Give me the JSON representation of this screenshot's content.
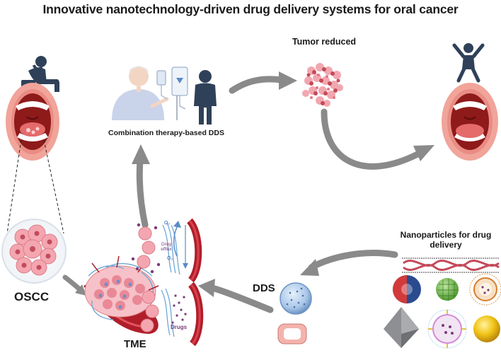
{
  "title": "Innovative nanotechnology-driven drug delivery systems for oral cancer",
  "labels": {
    "tumor_reduced": "Tumor reduced",
    "combination_therapy": "Combination therapy-based DDS",
    "nanoparticles": "Nanoparticles for drug delivery",
    "oscc": "OSCC",
    "tme": "TME",
    "dds": "DDS",
    "drug_efflux": "Drug efflux",
    "drugs": "Drugs",
    "o2_top": "O₂",
    "o2_bottom": "O₂"
  },
  "colors": {
    "arrow": "#8a8a8a",
    "tumor_red": "#c44a5a",
    "cell_pink": "#f2a7b0",
    "vessel_red": "#b01e2a",
    "figure_navy": "#2f4159",
    "mouth_red": "#8e1a1a",
    "lip_pink": "#f1a49a",
    "fiber_blue": "#6fa8d6",
    "drug_purple": "#7a3b7a"
  },
  "icons": [
    "sad-person-icon",
    "open-mouth-icon",
    "tumor-cells-icon",
    "patient-iv-icon",
    "doctor-icon",
    "tumor-cluster-icon",
    "happy-person-icon",
    "healthy-mouth-icon",
    "blood-vessel-icon",
    "nanoparticle-sphere-icon",
    "oral-film-icon",
    "carbon-nanotube-icon",
    "janus-particle-icon",
    "polymeric-particle-icon",
    "liposome-icon",
    "crystal-nanoparticle-icon",
    "micelle-icon",
    "gold-nanoparticle-icon"
  ]
}
